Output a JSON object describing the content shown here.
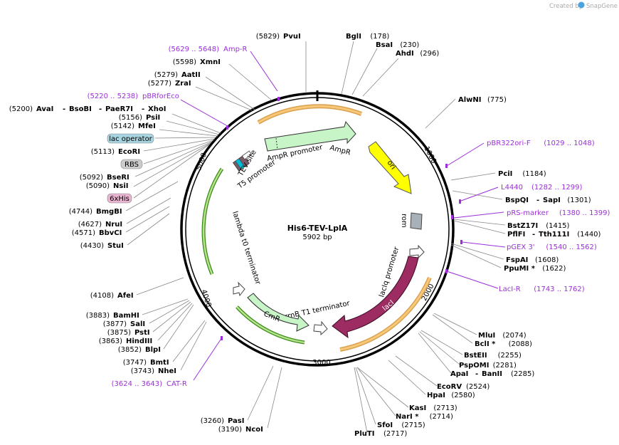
{
  "credit": {
    "text": "Created by",
    "brand": "SnapGene"
  },
  "plasmid": {
    "name": "His6-TEV-LplA",
    "length": "5902 bp"
  },
  "ticks": [
    "1000",
    "2000",
    "3000",
    "4000",
    "5000"
  ],
  "features": [
    {
      "name": "AmpR promoter",
      "color": "#c8f5c8"
    },
    {
      "name": "AmpR",
      "color": "#c8f5c8"
    },
    {
      "name": "ori",
      "color": "#ffff00"
    },
    {
      "name": "rom",
      "color": "#a8b0b8"
    },
    {
      "name": "lacIq promoter",
      "color": "#ffffff"
    },
    {
      "name": "lacI",
      "color": "#9c2c62"
    },
    {
      "name": "rrnB T1 terminator",
      "color": "#ffffff"
    },
    {
      "name": "CmR",
      "color": "#c8f5c8"
    },
    {
      "name": "lambda t0 terminator",
      "color": "#ffffff"
    },
    {
      "name": "T5 promoter",
      "color": "#ffffff"
    },
    {
      "name": "TEV site",
      "color": "#00bcd4"
    }
  ],
  "boxed_labels": [
    {
      "name": "lac operator",
      "color": "#a7d4e0"
    },
    {
      "name": "RBS",
      "color": "#cccccc"
    },
    {
      "name": "6xHis",
      "color": "#e8b4d0"
    }
  ],
  "enzymes": [
    {
      "name": "PvuI",
      "pos": "(5829)"
    },
    {
      "name": "BglI",
      "pos": "(178)"
    },
    {
      "name": "BsaI",
      "pos": "(230)"
    },
    {
      "name": "AhdI",
      "pos": "(296)"
    },
    {
      "name": "XmnI",
      "pos": "(5598)"
    },
    {
      "name": "AatII",
      "pos": "(5279)"
    },
    {
      "name": "ZraI",
      "pos": "(5277)"
    },
    {
      "name": "AvaI",
      "pos": "(5200)"
    },
    {
      "name": "BsoBI",
      "pos": ""
    },
    {
      "name": "PaeR7I",
      "pos": ""
    },
    {
      "name": "XhoI",
      "pos": ""
    },
    {
      "name": "PsiI",
      "pos": "(5156)"
    },
    {
      "name": "MfeI",
      "pos": "(5142)"
    },
    {
      "name": "EcoRI",
      "pos": "(5113)"
    },
    {
      "name": "BseRI",
      "pos": "(5092)"
    },
    {
      "name": "NsiI",
      "pos": "(5090)"
    },
    {
      "name": "BmgBI",
      "pos": "(4744)"
    },
    {
      "name": "NruI",
      "pos": "(4627)"
    },
    {
      "name": "BbvCI",
      "pos": "(4571)"
    },
    {
      "name": "StuI",
      "pos": "(4430)"
    },
    {
      "name": "AfeI",
      "pos": "(4108)"
    },
    {
      "name": "BamHI",
      "pos": "(3883)"
    },
    {
      "name": "SalI",
      "pos": "(3877)"
    },
    {
      "name": "PstI",
      "pos": "(3875)"
    },
    {
      "name": "HindIII",
      "pos": "(3863)"
    },
    {
      "name": "BlpI",
      "pos": "(3852)"
    },
    {
      "name": "BmtI",
      "pos": "(3747)"
    },
    {
      "name": "NheI",
      "pos": "(3743)"
    },
    {
      "name": "PasI",
      "pos": "(3260)"
    },
    {
      "name": "NcoI",
      "pos": "(3190)"
    },
    {
      "name": "AlwNI",
      "pos": "(775)"
    },
    {
      "name": "PciI",
      "pos": "(1184)"
    },
    {
      "name": "BspQI",
      "pos": ""
    },
    {
      "name": "SapI",
      "pos": "(1301)"
    },
    {
      "name": "BstZ17I",
      "pos": "(1415)"
    },
    {
      "name": "PflFI",
      "pos": ""
    },
    {
      "name": "Tth111I",
      "pos": "(1440)"
    },
    {
      "name": "FspAI",
      "pos": "(1608)"
    },
    {
      "name": "PpuMI *",
      "pos": "(1622)"
    },
    {
      "name": "MluI",
      "pos": "(2074)"
    },
    {
      "name": "BclI *",
      "pos": "(2088)"
    },
    {
      "name": "BstEII",
      "pos": "(2255)"
    },
    {
      "name": "PspOMI",
      "pos": "(2281)"
    },
    {
      "name": "ApaI",
      "pos": ""
    },
    {
      "name": "BanII",
      "pos": "(2285)"
    },
    {
      "name": "EcoRV",
      "pos": "(2524)"
    },
    {
      "name": "HpaI",
      "pos": "(2580)"
    },
    {
      "name": "KasI",
      "pos": "(2713)"
    },
    {
      "name": "NarI *",
      "pos": "(2714)"
    },
    {
      "name": "SfoI",
      "pos": "(2715)"
    },
    {
      "name": "PluTI",
      "pos": "(2717)"
    }
  ],
  "primers": [
    {
      "name": "Amp-R",
      "range": "(5629 .. 5648)"
    },
    {
      "name": "pBRforEco",
      "range": "(5220 .. 5238)"
    },
    {
      "name": "pBR322ori-F",
      "range": "(1029 .. 1048)"
    },
    {
      "name": "L4440",
      "range": "(1282 .. 1299)"
    },
    {
      "name": "pRS-marker",
      "range": "(1380 .. 1399)"
    },
    {
      "name": "pGEX 3'",
      "range": "(1540 .. 1562)"
    },
    {
      "name": "LacI-R",
      "range": "(1743 .. 1762)"
    },
    {
      "name": "CAT-R",
      "range": "(3624 .. 3643)"
    }
  ]
}
